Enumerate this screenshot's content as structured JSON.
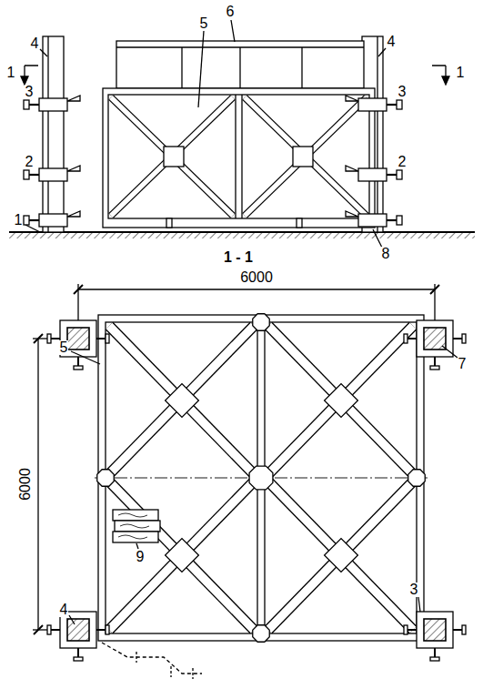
{
  "diagram": {
    "labels": [
      "4",
      "4",
      "6",
      "5",
      "1",
      "1",
      "3",
      "3",
      "2",
      "2",
      "1",
      "8",
      "1 - 1",
      "6000",
      "7",
      "5",
      "6000",
      "9",
      "3",
      "4"
    ]
  }
}
